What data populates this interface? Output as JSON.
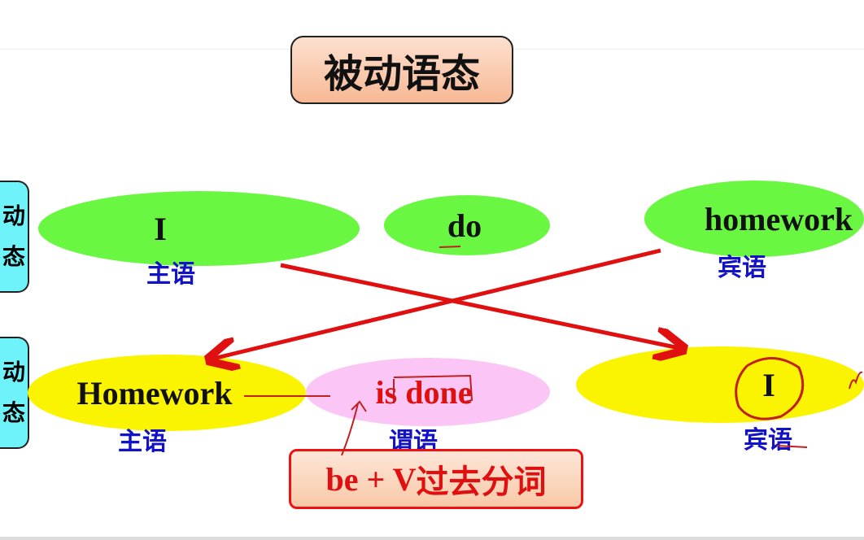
{
  "title": "被动语态",
  "side_labels": {
    "active": [
      "动",
      "态"
    ],
    "passive": [
      "动",
      "态"
    ]
  },
  "active": {
    "subject": "I",
    "verb": "do",
    "object": "homework",
    "subject_label": "主语",
    "object_label": "宾语"
  },
  "passive": {
    "subject": "Homework",
    "verb": "is done",
    "object": "I",
    "subject_label": "主语",
    "verb_label": "谓语",
    "object_label": "宾语"
  },
  "formula": {
    "prefix": "be + V",
    "suffix": "过去分词"
  },
  "colors": {
    "active_ellipse": "#6af742",
    "passive_ellipse": "#fbf400",
    "verb_ellipse": "#fbc6f6",
    "arrow": "#e01010",
    "label": "#1212c8"
  }
}
